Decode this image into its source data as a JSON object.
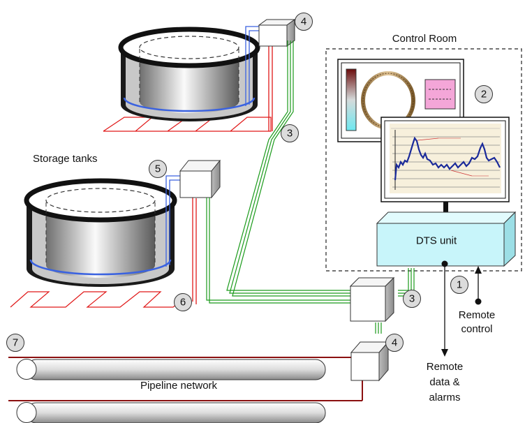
{
  "labels": {
    "control_room": "Control Room",
    "storage_tanks": "Storage tanks",
    "dts_unit": "DTS unit",
    "remote_control_line1": "Remote",
    "remote_control_line2": "control",
    "remote_data_line1": "Remote",
    "remote_data_line2": "data &",
    "remote_data_line3": "alarms",
    "pipeline_network": "Pipeline network"
  },
  "callouts": {
    "c1": "1",
    "c2": "2",
    "c3_top": "3",
    "c3_bottom": "3",
    "c4_top": "4",
    "c4_bottom": "4",
    "c5": "5",
    "c6": "6",
    "c7": "7"
  },
  "colors": {
    "fiber_green": "#1a9a1a",
    "heat_red": "#e01818",
    "sensor_blue": "#3a62e0",
    "pipe_dark_red": "#8b1010",
    "dts_box": "#c8f5fa",
    "pink_panel": "#f4a6d8",
    "trace_blue": "#1a2a9a"
  }
}
